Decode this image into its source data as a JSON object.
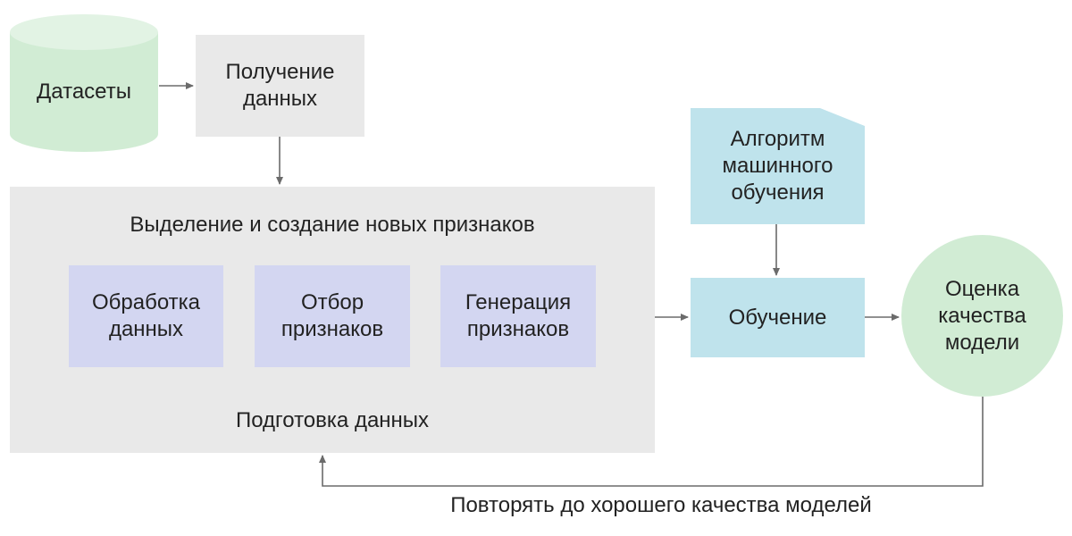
{
  "nodes": {
    "datasets": "Датасеты",
    "data_acquisition": "Получение\nданных",
    "feature_engineering_title": "Выделение и создание новых признаков",
    "data_processing": "Обработка\nданных",
    "feature_selection": "Отбор\nпризнаков",
    "feature_generation": "Генерация\nпризнаков",
    "data_preparation": "Подготовка данных",
    "ml_algorithm": "Алгоритм\nмашинного\nобучения",
    "training": "Обучение",
    "model_evaluation": "Оценка\nкачества\nмодели"
  },
  "loop_label": "Повторять до хорошего качества моделей",
  "colors": {
    "datasets_fill": "#d1ecd4",
    "gray_fill": "#e9e9e9",
    "lavender_fill": "#d3d6f1",
    "blue_fill": "#bfe3ec",
    "evaluation_fill": "#d1ecd4",
    "arrow": "#6b6b6b"
  }
}
